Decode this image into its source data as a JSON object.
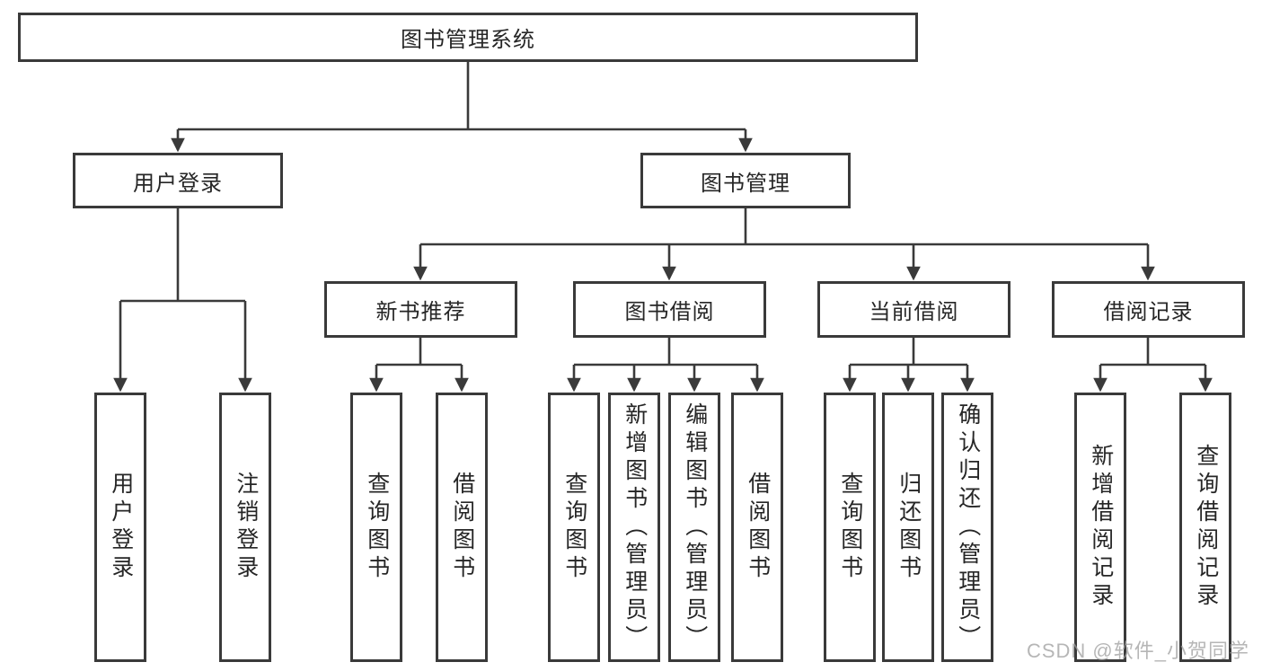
{
  "watermark": "CSDN @软件_小贺同学",
  "colors": {
    "line": "#3a3a3a",
    "box_border": "#3a3a3a",
    "box_background": "#ffffff",
    "text": "#262626",
    "watermark": "#9e9e9e",
    "page_background": "#ffffff"
  },
  "tree": {
    "label": "图书管理系统",
    "children": [
      {
        "label": "用户登录",
        "children": [
          {
            "label": "用户登录"
          },
          {
            "label": "注销登录"
          }
        ]
      },
      {
        "label": "图书管理",
        "children": [
          {
            "label": "新书推荐",
            "children": [
              {
                "label": "查询图书"
              },
              {
                "label": "借阅图书"
              }
            ]
          },
          {
            "label": "图书借阅",
            "children": [
              {
                "label": "查询图书"
              },
              {
                "label": "新增图书（管理员）"
              },
              {
                "label": "编辑图书（管理员）"
              },
              {
                "label": "借阅图书"
              }
            ]
          },
          {
            "label": "当前借阅",
            "children": [
              {
                "label": "查询图书"
              },
              {
                "label": "归还图书"
              },
              {
                "label": "确认归还（管理员）"
              }
            ]
          },
          {
            "label": "借阅记录",
            "children": [
              {
                "label": "新增借阅记录"
              },
              {
                "label": "查询借阅记录"
              }
            ]
          }
        ]
      }
    ]
  }
}
